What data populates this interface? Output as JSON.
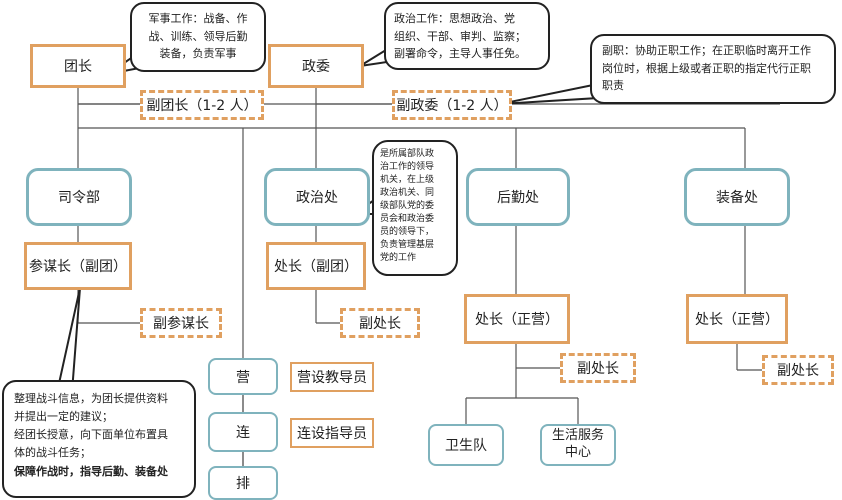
{
  "colors": {
    "orange_border": "#e0a060",
    "teal_border": "#7fb3bd",
    "line": "#555555"
  },
  "nodes": {
    "tuanzhang": "团长",
    "zhengwei": "政委",
    "fu_tuanzhang": "副团长（1-2 人）",
    "fu_zhengwei": "副政委（1-2 人）",
    "silingbu": "司令部",
    "zhengzhichu": "政治处",
    "houqinchu": "后勤处",
    "zhuangbeichu": "装备处",
    "canmouzhang": "参谋长（副团）",
    "zhengzhi_chuzhang": "处长（副团）",
    "houqin_chuzhang": "处长（正营）",
    "zhuangbei_chuzhang": "处长（正营）",
    "fu_canmouzhang": "副参谋长",
    "zhengzhi_fuchuzhang": "副处长",
    "houqin_fuchuzhang": "副处长",
    "zhuangbei_fuchuzhang": "副处长",
    "ying": "营",
    "lian": "连",
    "pai": "排",
    "ying_jiaodaoyuan": "营设教导员",
    "lian_zhidaoyuan": "连设指导员",
    "weishengdui": "卫生队",
    "shenghuo_fuwu_1": "生活服务",
    "shenghuo_fuwu_2": "中心"
  },
  "bubbles": {
    "junshi": [
      "军事工作：战备、作",
      "战、训练、领导后勤",
      "装备，负责军事"
    ],
    "zhengzhi": [
      "政治工作：思想政治、党",
      "组织、干部、审判、监察；",
      "副署命令，主导人事任免。"
    ],
    "fuzhi": [
      "副职：协助正职工作；在正职临时离开工作",
      "岗位时，根据上级或者正职的指定代行正职",
      "职责"
    ],
    "zhengzhichu_note": [
      "是所属部队政",
      "治工作的领导",
      "机关，在上级",
      "政治机关、同",
      "级部队党的委",
      "员会和政治委",
      "员的领导下，",
      "负责管理基层",
      "党的工作"
    ],
    "canmouzhang_note": [
      "整理战斗信息，为团长提供资料",
      "并提出一定的建议；",
      "经团长授意，向下面单位布置具",
      "体的战斗任务；"
    ],
    "canmouzhang_note_bold": "保障作战时，指导后勤、装备处"
  }
}
